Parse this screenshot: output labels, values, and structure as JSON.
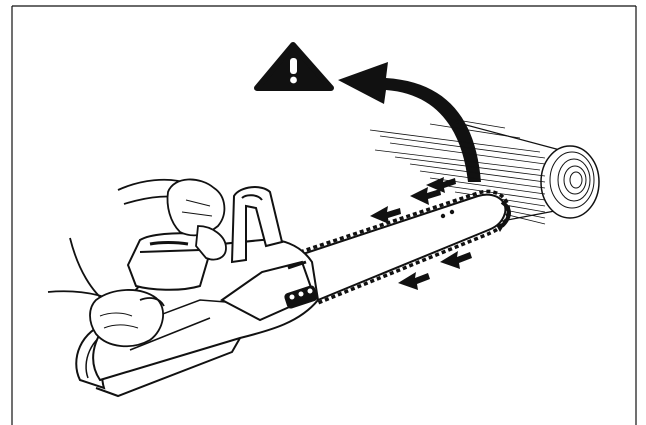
{
  "figure": {
    "style": "black line-art manual illustration",
    "depicts": [
      "kickback-warning-icon",
      "rotation-arrow",
      "log",
      "chainsaw",
      "gloved-hands",
      "chain-direction-arrows"
    ],
    "colors": {
      "ink": "#111111",
      "paper": "#ffffff"
    }
  }
}
